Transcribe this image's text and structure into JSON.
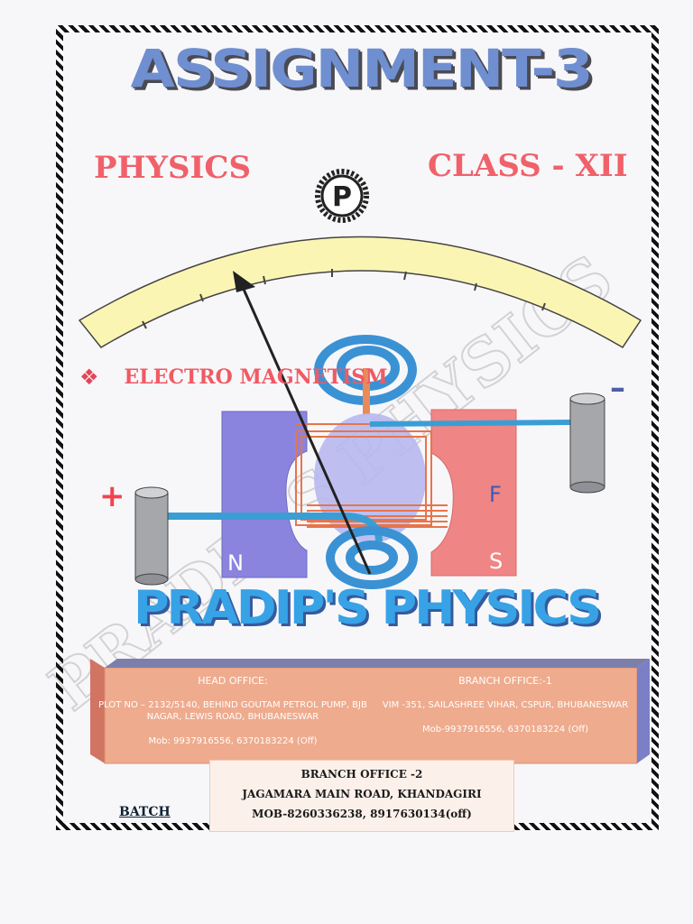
{
  "title": "ASSIGNMENT-3",
  "subject": "PHYSICS",
  "class_label": "CLASS - XII",
  "logo_letter": "P",
  "topic": "ELECTRO MAGNETISM",
  "bullet": "❖",
  "plus_sign": "+",
  "minus_sign": "–",
  "magnet_labels": {
    "north": "N",
    "south": "S",
    "force": "F"
  },
  "brand": "PRADIP'S PHYSICS",
  "watermark": "PRADIP'S PHYSICS",
  "head_office": {
    "heading": "HEAD OFFICE:",
    "address": "PLOT NO – 2132/5140, BEHIND GOUTAM PETROL PUMP, BJB NAGAR, LEWIS ROAD, BHUBANESWAR",
    "mobile": "Mob: 9937916556, 6370183224 (Off)"
  },
  "branch_office_1": {
    "heading": "BRANCH OFFICE:-1",
    "address": "VIM -351, SAILASHREE VIHAR, CSPUR, BHUBANESWAR",
    "mobile": "Mob-9937916556, 6370183224 (Off)"
  },
  "branch_office_2": {
    "heading": "BRANCH OFFICE -2",
    "address": "JAGAMARA  MAIN  ROAD, KHANDAGIRI",
    "mobile": "MOB-8260336238,  8917630134(off)"
  },
  "batch_label": "BATCH",
  "colors": {
    "accent_red": "#f0616a",
    "brand_blue": "#37a2e6",
    "title_blue": "#6f8fd0",
    "panel": "#e9a589",
    "magnet_north": "#8a84de",
    "magnet_south": "#f08585"
  }
}
